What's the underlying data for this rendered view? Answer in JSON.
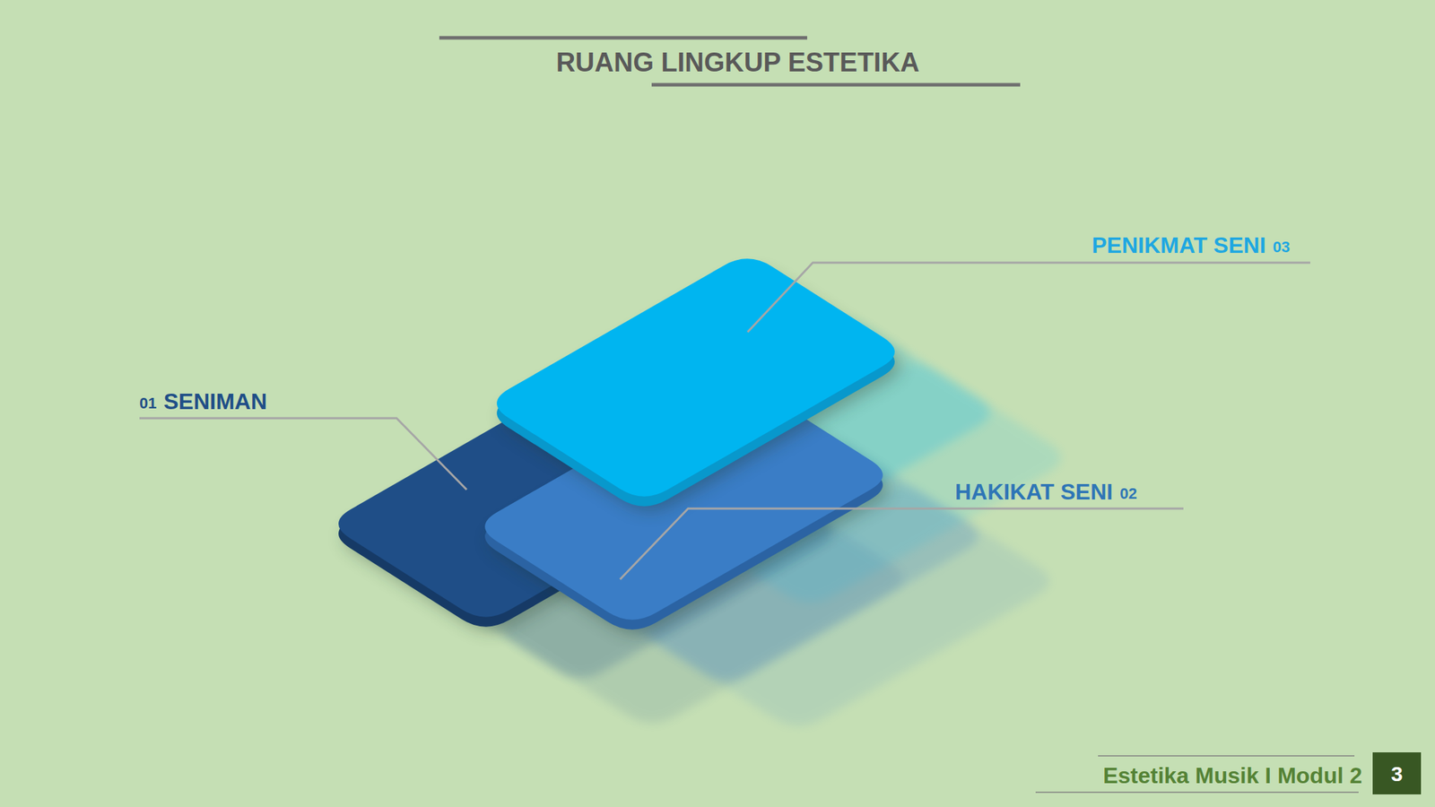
{
  "diagram": {
    "title": "RUANG LINGKUP ESTETIKA",
    "labels": [
      "PENIKMAT SENI",
      "03",
      "01",
      "SENIMAN",
      "HAKIKAT SENI",
      "02",
      "Estetika Musik I Modul 2",
      "3"
    ]
  }
}
